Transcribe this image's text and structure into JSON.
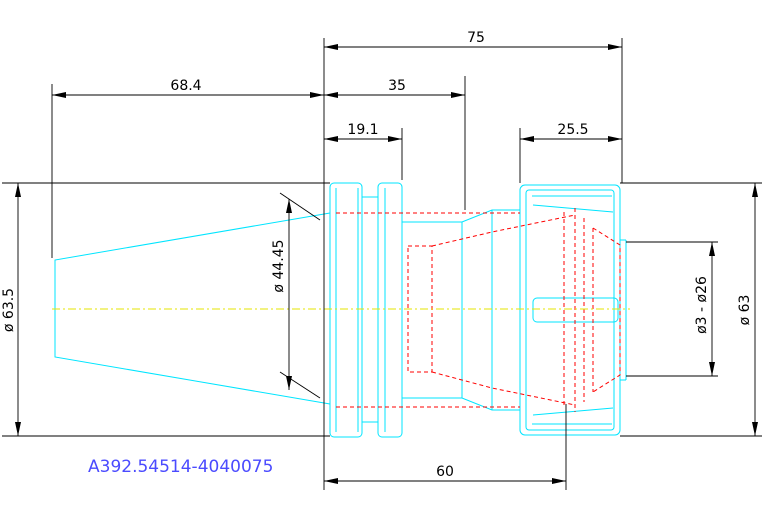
{
  "dimensions": {
    "overall_length": "75",
    "taper_length": "68.4",
    "flange_to_groove": "35",
    "flange_width": "19.1",
    "nut_length": "25.5",
    "gauge_to_nut": "60",
    "flange_diameter": "ø 63.5",
    "taper_diameter": "ø 44.45",
    "clamp_range": "ø3 - ø26",
    "nut_diameter": "ø 63"
  },
  "part_number": "A392.54514-4040075",
  "colors": {
    "outline": "#00e5ff",
    "hidden": "#ff0000",
    "centerline": "#e6e600",
    "dimension": "#000000",
    "part_number": "#4b4bff"
  }
}
